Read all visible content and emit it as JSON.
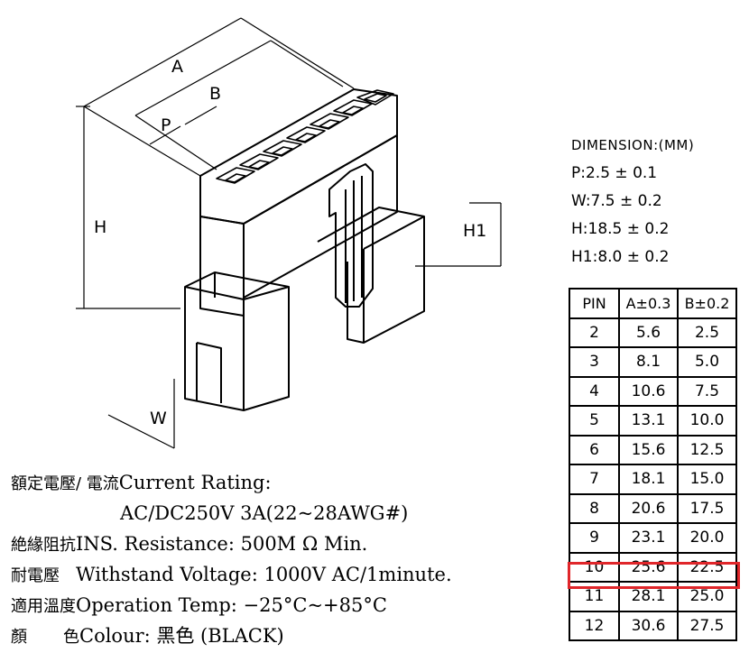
{
  "drawing": {
    "labels": {
      "a": "A",
      "b": "B",
      "p": "P",
      "h": "H",
      "h1": "H1",
      "w": "W"
    }
  },
  "dimensions": {
    "title": "DIMENSION:(MM)",
    "p": "P:2.5 ± 0.1",
    "w": "W:7.5 ± 0.2",
    "h": "H:18.5 ± 0.2",
    "h1": "H1:8.0 ± 0.2"
  },
  "pin_table": {
    "headers": [
      "PIN",
      "A±0.3",
      "B±0.2"
    ],
    "rows": [
      [
        "2",
        "5.6",
        "2.5"
      ],
      [
        "3",
        "8.1",
        "5.0"
      ],
      [
        "4",
        "10.6",
        "7.5"
      ],
      [
        "5",
        "13.1",
        "10.0"
      ],
      [
        "6",
        "15.6",
        "12.5"
      ],
      [
        "7",
        "18.1",
        "15.0"
      ],
      [
        "8",
        "20.6",
        "17.5"
      ],
      [
        "9",
        "23.1",
        "20.0"
      ],
      [
        "10",
        "25.6",
        "22.5"
      ],
      [
        "11",
        "28.1",
        "25.0"
      ],
      [
        "12",
        "30.6",
        "27.5"
      ]
    ],
    "highlight_color": "#e0262a"
  },
  "specs": {
    "current_zh": "額定電壓/ 電流",
    "current_en": "Current  Rating:",
    "current_value": "AC/DC250V  3A(22~28AWG#)",
    "ins_zh": "絶緣阻抗",
    "ins_en": "INS. Resistance: 500M Ω Min.",
    "withstand_zh": "耐電壓",
    "withstand_en": "Withstand  Voltage: 1000V  AC/1minute.",
    "temp_zh": "適用溫度",
    "temp_en": "Operation  Temp: −25°C~+85°C",
    "colour_zh": "顏",
    "colour_zh2": "色",
    "colour_en": "Colour: 黑色 (BLACK)"
  }
}
